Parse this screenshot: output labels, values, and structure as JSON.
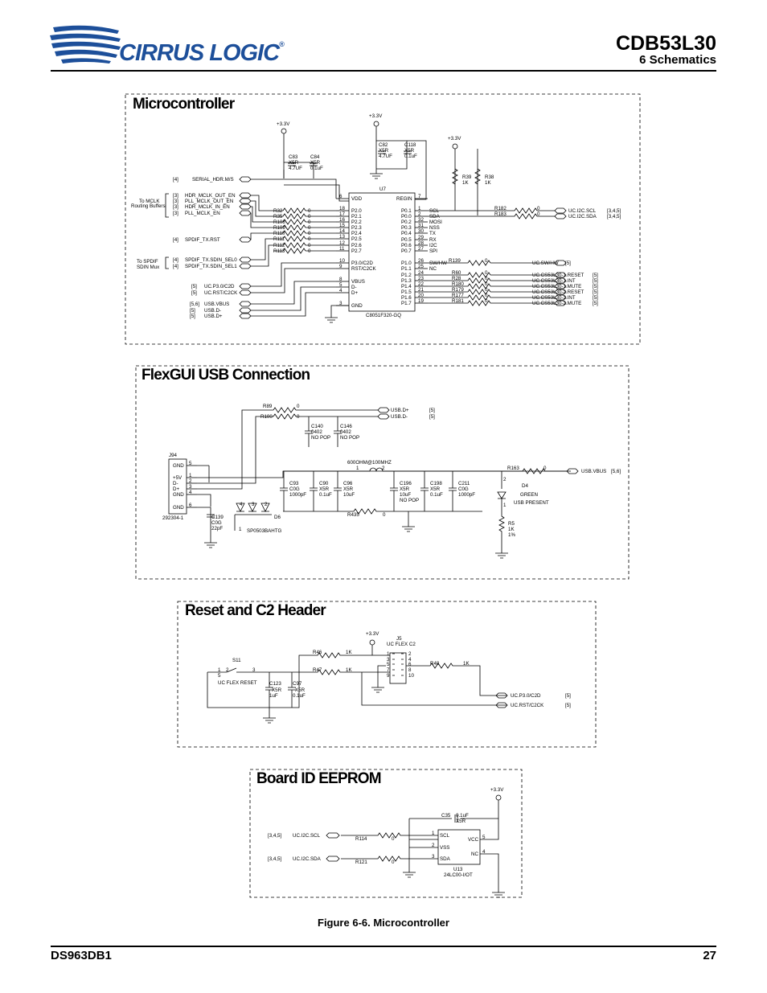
{
  "header": {
    "company": "CIRRUS LOGIC",
    "registered_mark": "®",
    "title": "CDB53L30",
    "subtitle": "6 Schematics"
  },
  "footer": {
    "doc_id": "DS963DB1",
    "page_number": "27"
  },
  "figure": {
    "caption": "Figure 6-6. Microcontroller"
  },
  "sections": {
    "micro": {
      "title": "Microcontroller"
    },
    "usb": {
      "title": "FlexGUI USB Connection"
    },
    "reset": {
      "title": "Reset and C2 Header"
    },
    "eeprom": {
      "title": "Board ID EEPROM"
    }
  },
  "micro": {
    "supply_labels": [
      "+3.3V",
      "+3.3V",
      "+3.3V"
    ],
    "caps": [
      {
        "ref": "C83",
        "type": "X5R",
        "value": "4.7UF"
      },
      {
        "ref": "C84",
        "type": "X5R",
        "value": "0.1uF"
      },
      {
        "ref": "C82",
        "type": "X5R",
        "value": "4.7UF"
      },
      {
        "ref": "C118",
        "type": "X5R",
        "value": "0.1uF"
      }
    ],
    "pullups": [
      {
        "ref": "R39",
        "value": "1K"
      },
      {
        "ref": "R38",
        "value": "1K"
      }
    ],
    "ic": {
      "ref": "U7",
      "part": "C8051F320-GQ",
      "left_pins": [
        {
          "num": "6",
          "name": "VDD"
        },
        {
          "num": "18",
          "name": "P2.0"
        },
        {
          "num": "17",
          "name": "P2.1"
        },
        {
          "num": "16",
          "name": "P2.2"
        },
        {
          "num": "15",
          "name": "P2.3"
        },
        {
          "num": "14",
          "name": "P2.4"
        },
        {
          "num": "13",
          "name": "P2.5"
        },
        {
          "num": "12",
          "name": "P2.6"
        },
        {
          "num": "11",
          "name": "P2.7"
        },
        {
          "num": "10",
          "name": "P3.0/C2D"
        },
        {
          "num": "9",
          "name": "RST/C2CK"
        },
        {
          "num": "8",
          "name": "VBUS"
        },
        {
          "num": "5",
          "name": "D-"
        },
        {
          "num": "4",
          "name": "D+"
        },
        {
          "num": "3",
          "name": "GND"
        }
      ],
      "right_pins": [
        {
          "num": "7",
          "name": "REGIN",
          "func": ""
        },
        {
          "num": "1",
          "name": "P0.1",
          "func": "SCL"
        },
        {
          "num": "2",
          "name": "P0.0",
          "func": "SDA"
        },
        {
          "num": "32",
          "name": "P0.2",
          "func": "MOSI"
        },
        {
          "num": "31",
          "name": "P0.3",
          "func": "NSS"
        },
        {
          "num": "30",
          "name": "P0.4",
          "func": "TX"
        },
        {
          "num": "29",
          "name": "P0.5",
          "func": "RX"
        },
        {
          "num": "28",
          "name": "P0.6",
          "func": "I2C"
        },
        {
          "num": "27",
          "name": "P0.7",
          "func": "SPI"
        },
        {
          "num": "26",
          "name": "P1.0",
          "func": "SW/HW"
        },
        {
          "num": "25",
          "name": "P1.1",
          "func": "NC"
        },
        {
          "num": "24",
          "name": "P1.2",
          "func": ""
        },
        {
          "num": "23",
          "name": "P1.3",
          "func": ""
        },
        {
          "num": "22",
          "name": "P1.4",
          "func": ""
        },
        {
          "num": "21",
          "name": "P1.5",
          "func": ""
        },
        {
          "num": "20",
          "name": "P1.6",
          "func": ""
        },
        {
          "num": "19",
          "name": "P1.7",
          "func": ""
        }
      ]
    },
    "left_nets": [
      {
        "ref": "[4]",
        "name": "SERIAL_HDR.M/S"
      },
      {
        "ref": "[3]",
        "name": "HDR_MCLK_OUT_EN"
      },
      {
        "ref": "[3]",
        "name": "PLL_MCLK_OUT_EN"
      },
      {
        "ref": "[3]",
        "name": "HDR_MCLK_IN_EN"
      },
      {
        "ref": "[3]",
        "name": "PLL_MCLK_EN"
      },
      {
        "ref": "[4]",
        "name": "SPDIF_TX.RST"
      },
      {
        "ref": "[4]",
        "name": "SPDIF_TX.SDIN_SEL0"
      },
      {
        "ref": "[4]",
        "name": "SPDIF_TX.SDIN_SEL1"
      },
      {
        "ref": "[5]",
        "name": "UC.P3.0/C2D"
      },
      {
        "ref": "[5]",
        "name": "UC.RST/C2CK"
      },
      {
        "ref": "[5,6]",
        "name": "USB.VBUS"
      },
      {
        "ref": "[5]",
        "name": "USB.D-"
      },
      {
        "ref": "[5]",
        "name": "USB.D+"
      }
    ],
    "group_labels": [
      "To MCLK",
      "Routing Buffers",
      "To SPDIF",
      "SDIN Mux"
    ],
    "series_resistors": [
      {
        "ref": "R32",
        "value": "0"
      },
      {
        "ref": "R35",
        "value": "0"
      },
      {
        "ref": "R108",
        "value": "0"
      },
      {
        "ref": "R109",
        "value": "0"
      },
      {
        "ref": "R110",
        "value": "0"
      },
      {
        "ref": "R111",
        "value": "0"
      },
      {
        "ref": "R112",
        "value": "0"
      },
      {
        "ref": "R113",
        "value": "0"
      }
    ],
    "right_resistors": [
      {
        "ref": "R182",
        "value": "0"
      },
      {
        "ref": "R183",
        "value": "0"
      },
      {
        "ref": "R139",
        "value": "0"
      },
      {
        "ref": "R60",
        "value": "0"
      },
      {
        "ref": "R28",
        "value": "0"
      },
      {
        "ref": "R180",
        "value": "0"
      },
      {
        "ref": "R179",
        "value": "0"
      },
      {
        "ref": "R177",
        "value": "0"
      },
      {
        "ref": "R181",
        "value": "0"
      }
    ],
    "right_nets": [
      {
        "name": "UC.I2C.SCL",
        "ref": "[3,4,5]"
      },
      {
        "name": "UC.I2C.SDA",
        "ref": "[3,4,5]"
      },
      {
        "name": "UC.SW/HW",
        "ref": "[5]"
      },
      {
        "name": "UC.CS53L30-1.RESET",
        "ref": "[5]"
      },
      {
        "name": "UC.CS53L30-1.INT",
        "ref": "[5]"
      },
      {
        "name": "UC.CS53L30-1.MUTE",
        "ref": "[5]"
      },
      {
        "name": "UC.CS53L30-2.RESET",
        "ref": "[5]"
      },
      {
        "name": "UC.CS53L30-2.INT",
        "ref": "[5]"
      },
      {
        "name": "UC.CS53L30-2.MUTE",
        "ref": "[5]"
      }
    ]
  },
  "usb": {
    "connector": {
      "ref": "J94",
      "part": "292304-1",
      "pins": [
        {
          "name": "GND",
          "num": "5"
        },
        {
          "name": "+5V",
          "num": "1"
        },
        {
          "name": "D-",
          "num": "2"
        },
        {
          "name": "D+",
          "num": "3"
        },
        {
          "name": "GND",
          "num": "4"
        },
        {
          "name": "GND",
          "num": "6"
        }
      ]
    },
    "resistors": [
      {
        "ref": "R89",
        "value": "0"
      },
      {
        "ref": "R100",
        "value": "0"
      },
      {
        "ref": "R435",
        "value": "0"
      },
      {
        "ref": "R163",
        "value": "0"
      },
      {
        "ref": "R5",
        "value": "1K",
        "tol": "1%"
      }
    ],
    "nets": [
      {
        "name": "USB.D+",
        "ref": "[5]"
      },
      {
        "name": "USB.D-",
        "ref": "[5]"
      },
      {
        "name": "USB.VBUS",
        "ref": "[5,6]"
      }
    ],
    "caps": [
      {
        "ref": "C140",
        "l1": "0402",
        "l2": "NO POP"
      },
      {
        "ref": "C146",
        "l1": "0402",
        "l2": "NO POP"
      },
      {
        "ref": "C139",
        "l1": "C0G",
        "l2": "22pF"
      },
      {
        "ref": "C93",
        "l1": "C0G",
        "l2": "1000pF"
      },
      {
        "ref": "C90",
        "l1": "X5R",
        "l2": "0.1uF"
      },
      {
        "ref": "C96",
        "l1": "X5R",
        "l2": "10uF"
      },
      {
        "ref": "C196",
        "l1": "X5R",
        "l2": "10uF",
        "l3": "NO POP"
      },
      {
        "ref": "C198",
        "l1": "X5R",
        "l2": "0.1uF"
      },
      {
        "ref": "C211",
        "l1": "C0G",
        "l2": "1000pF"
      }
    ],
    "ferrite": "600OHM@100MHZ",
    "ferrite_pins": [
      "1",
      "2"
    ],
    "tvs": {
      "ref": "D6",
      "part": "SP0503BAHTG",
      "pins": [
        "4",
        "3",
        "2",
        "1"
      ]
    },
    "led": {
      "ref": "D4",
      "color": "GREEN",
      "label": "USB PRESENT",
      "pins": [
        "2",
        "1"
      ]
    }
  },
  "reset": {
    "supply": "+3.3V",
    "switch": {
      "ref": "S11",
      "label": "UC FLEX RESET",
      "pins": [
        "1",
        "2",
        "5",
        "3"
      ]
    },
    "caps": [
      {
        "ref": "C123",
        "type": "X5R",
        "value": "1uF"
      },
      {
        "ref": "C97",
        "type": "X5R",
        "value": "0.1uF"
      }
    ],
    "resistors": [
      {
        "ref": "R46",
        "value": "1K"
      },
      {
        "ref": "R47",
        "value": "1K"
      },
      {
        "ref": "R48",
        "value": "1K"
      }
    ],
    "header": {
      "ref": "J5",
      "label": "UC FLEX C2",
      "left_pins": [
        "1",
        "3",
        "5",
        "7",
        "9"
      ],
      "right_pins": [
        "2",
        "4",
        "6",
        "8",
        "10"
      ]
    },
    "nets": [
      {
        "name": "UC.P3.0/C2D",
        "ref": "[5]"
      },
      {
        "name": "UC.RST/C2CK",
        "ref": "[5]"
      }
    ]
  },
  "eeprom": {
    "supply": "+3.3V",
    "cap": {
      "ref": "C35",
      "value": "0.1uF",
      "type": "X5R"
    },
    "ic": {
      "ref": "U13",
      "part": "24LC00-I/OT",
      "pins": [
        {
          "num": "1",
          "name": "SCL"
        },
        {
          "num": "2",
          "name": "VSS"
        },
        {
          "num": "3",
          "name": "SDA"
        },
        {
          "num": "5",
          "name": "VCC"
        },
        {
          "num": "4",
          "name": "NC"
        }
      ]
    },
    "nets": [
      {
        "ref": "[3,4,5]",
        "name": "UC.I2C.SCL"
      },
      {
        "ref": "[3,4,5]",
        "name": "UC.I2C.SDA"
      }
    ],
    "resistors": [
      {
        "ref": "R114",
        "value": "0"
      },
      {
        "ref": "R121",
        "value": "0"
      }
    ]
  }
}
